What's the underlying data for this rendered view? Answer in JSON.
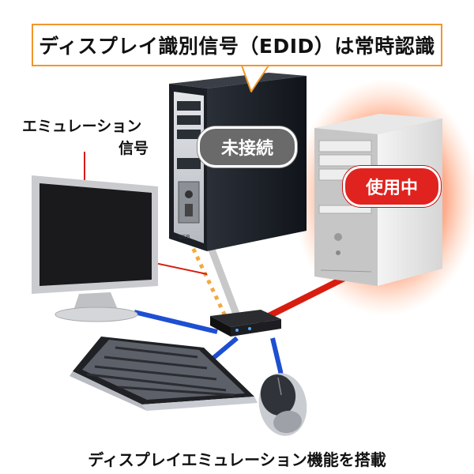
{
  "callout": {
    "text": "ディスプレイ識別信号（EDID）は常時認識"
  },
  "emulation_label": {
    "line1": "エミュレーション",
    "line2": "信号"
  },
  "badges": {
    "disconnected": "未接続",
    "in_use": "使用中"
  },
  "caption": "ディスプレイエミュレーション機能を搭載",
  "colors": {
    "callout_border": "#f1962b",
    "in_use_glow": "#ff4a1c",
    "badge_in_use": "#e0231f",
    "badge_disconnected": "#6a6a6a",
    "cable_blue": "#1d4fd1",
    "cable_red": "#d81d10",
    "cable_gray": "#bdbdbd",
    "emulation_arrows": "#f4a93d"
  },
  "icons": [
    "pc-tower-black-icon",
    "pc-tower-white-icon",
    "lcd-monitor-icon",
    "keyboard-icon",
    "mouse-icon",
    "kvm-switch-icon"
  ]
}
